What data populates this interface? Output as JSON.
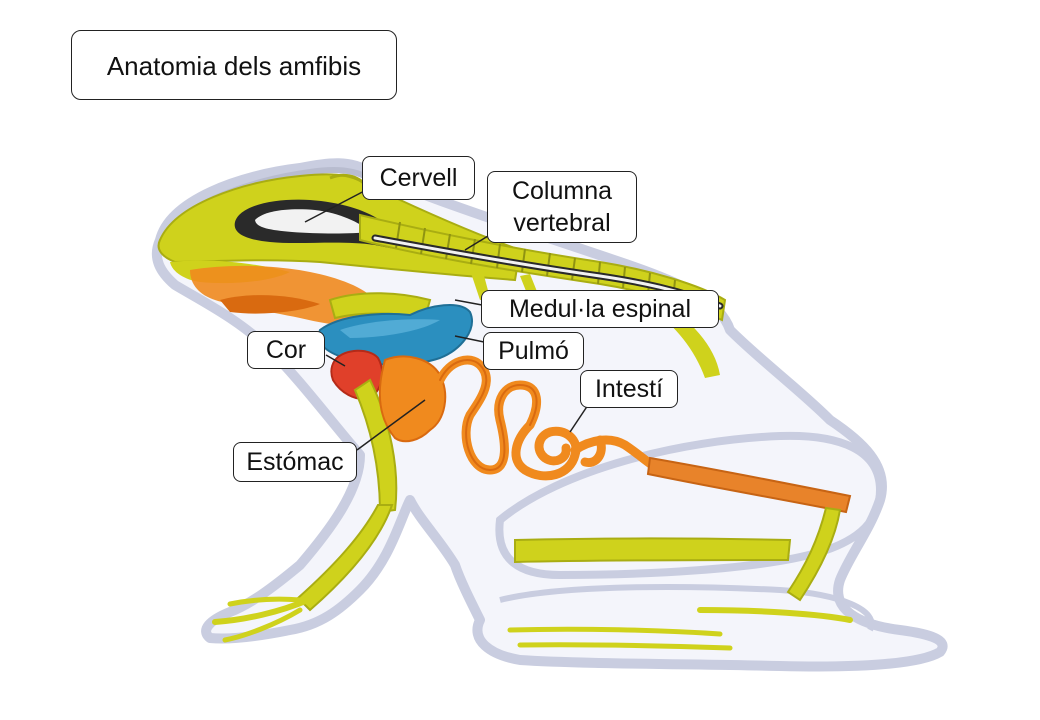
{
  "title": "Anatomia dels amfibis",
  "labels": {
    "cervell": "Cervell",
    "columna_line1": "Columna",
    "columna_line2": "vertebral",
    "medulla": "Medul·la espinal",
    "pulmo": "Pulmó",
    "cor": "Cor",
    "intesti": "Intestí",
    "estomac": "Estómac"
  },
  "colors": {
    "body_outline": "#c9cde0",
    "body_fill": "#f4f5fb",
    "skeleton": "#cfd21c",
    "skeleton_dark": "#a9ad12",
    "brain": "#2a2a2a",
    "spinal_cord": "#f2f2f2",
    "lung": "#2b8fbf",
    "heart": "#e0402a",
    "digestive": "#f08a1e",
    "digestive_dark": "#d96a10"
  }
}
